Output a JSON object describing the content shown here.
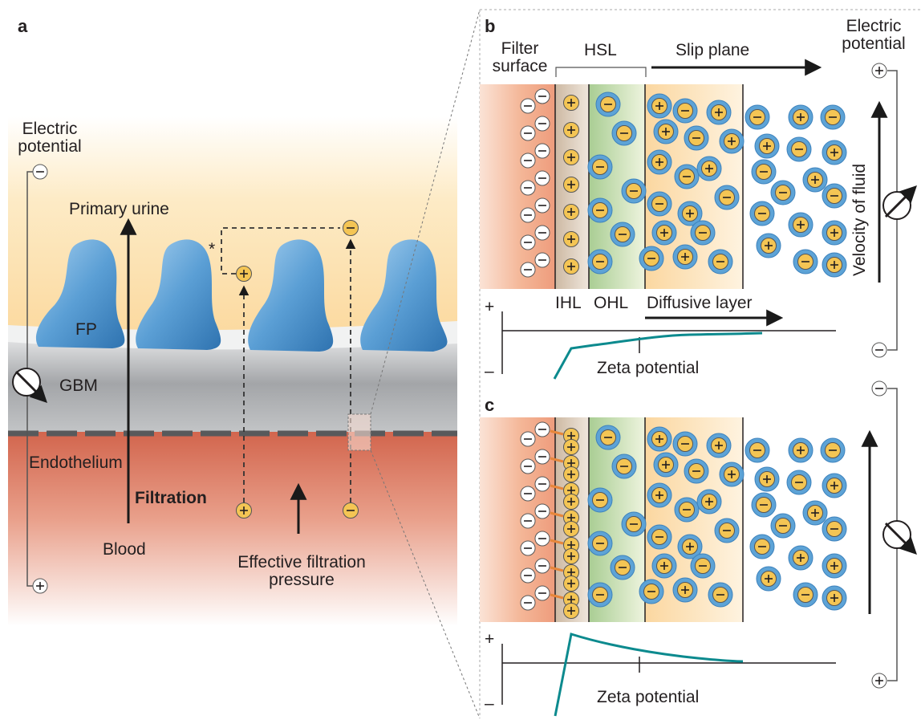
{
  "panels": {
    "a": {
      "letter": "a",
      "electric_potential": [
        "Electric",
        "potential"
      ],
      "primary_urine": "Primary urine",
      "fp": "FP",
      "gbm": "GBM",
      "endothelium": "Endothelium",
      "filtration": "Filtration",
      "blood": "Blood",
      "effective_filtration": [
        "Effective filtration",
        "pressure"
      ],
      "asterisk": "*"
    },
    "b": {
      "letter": "b",
      "filter_surface": [
        "Filter",
        "surface"
      ],
      "hsl": "HSL",
      "slip_plane": "Slip plane",
      "electric_potential": [
        "Electric",
        "potential"
      ],
      "velocity_of_fluid": "Velocity of fluid",
      "ihl": "IHL",
      "ohl": "OHL",
      "diffusive_layer": "Diffusive layer",
      "zeta_potential": "Zeta potential",
      "plus": "+",
      "minus": "–"
    },
    "c": {
      "letter": "c",
      "zeta_potential": "Zeta potential",
      "plus": "+",
      "minus": "–"
    }
  },
  "colors": {
    "ion_fill": "#f4c554",
    "ion_ring": "#5da3d6",
    "podocyte": "#4f92c9",
    "gbm": "#a9abad",
    "blood": "#d46d55",
    "urine": "#fbdca0",
    "curve": "#0c8a8e"
  }
}
